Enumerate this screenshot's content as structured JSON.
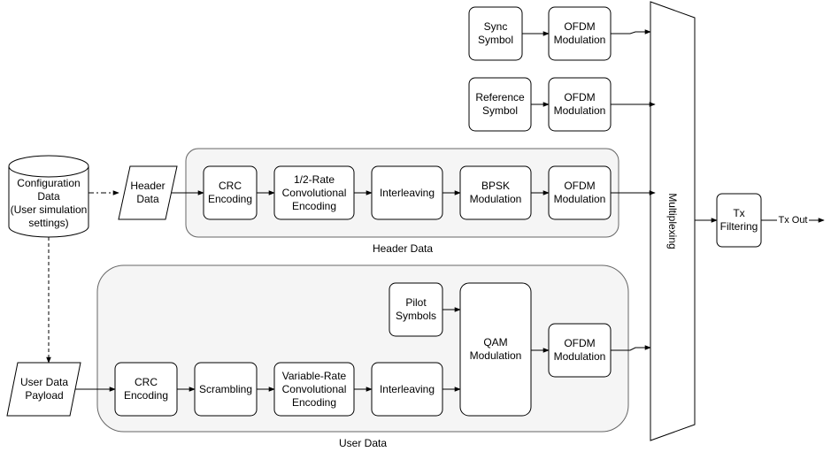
{
  "blocks": {
    "sync_symbol": "Sync\nSymbol",
    "ofdm_sync": "OFDM\nModulation",
    "reference_symbol": "Reference\nSymbol",
    "ofdm_reference": "OFDM\nModulation",
    "configuration_data": "Configuration\nData\n(User simulation\nsettings)",
    "header_data_input": "Header\nData",
    "header_crc": "CRC\nEncoding",
    "header_convolutional": "1/2-Rate\nConvolutional\nEncoding",
    "header_interleaving": "Interleaving",
    "bpsk_modulation": "BPSK\nModulation",
    "ofdm_header": "OFDM\nModulation",
    "pilot_symbols": "Pilot\nSymbols",
    "qam_modulation": "QAM\nModulation",
    "ofdm_user": "OFDM\nModulation",
    "user_data_payload": "User Data\nPayload",
    "user_crc": "CRC\nEncoding",
    "scrambling": "Scrambling",
    "user_convolutional": "Variable-Rate\nConvolutional\nEncoding",
    "user_interleaving": "Interleaving",
    "multiplexing": "Multiplexing",
    "tx_filtering": "Tx\nFiltering",
    "tx_out": "Tx Out"
  },
  "groups": {
    "header_group": "Header Data",
    "user_group": "User Data"
  }
}
